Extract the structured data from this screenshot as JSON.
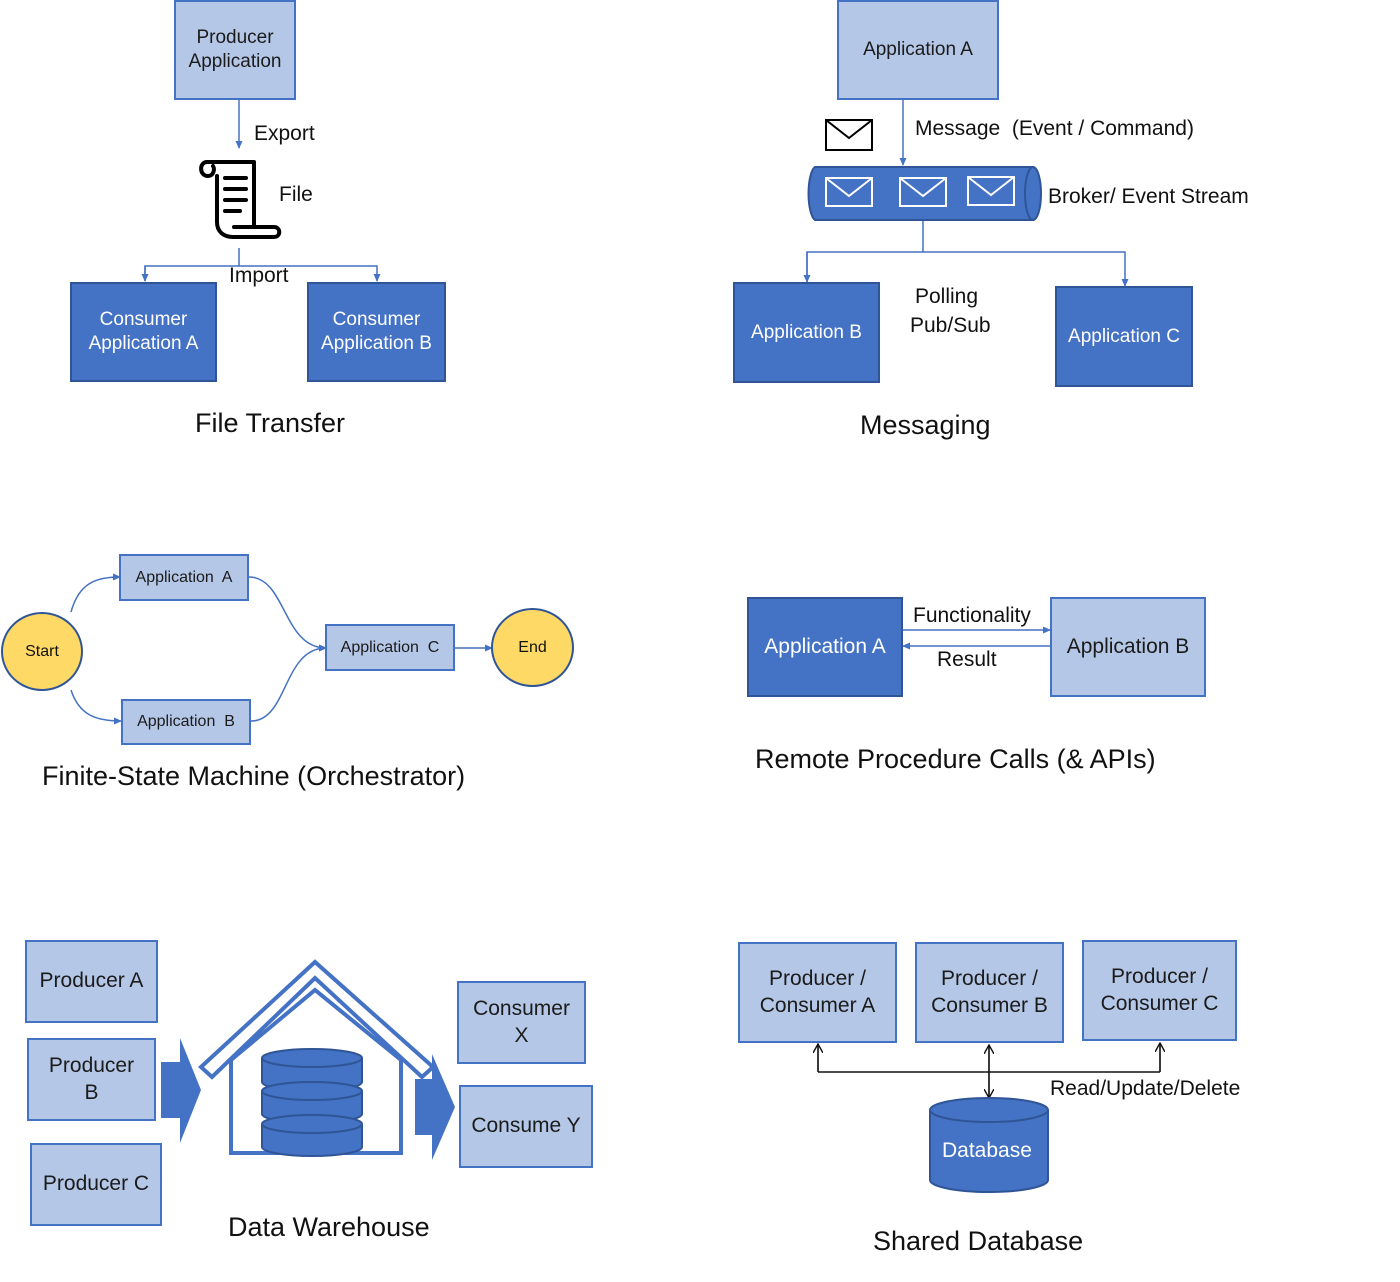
{
  "file_transfer": {
    "title": "File Transfer",
    "producer": "Producer\nApplication",
    "export_label": "Export",
    "file_label": "File",
    "import_label": "Import",
    "consumer_a": "Consumer\nApplication A",
    "consumer_b": "Consumer\nApplication B"
  },
  "messaging": {
    "title": "Messaging",
    "app_a": "Application A",
    "message_label": "Message  (Event / Command)",
    "broker_label": "Broker/ Event Stream",
    "app_b": "Application B",
    "polling_label": "Polling",
    "pubsub_label": "Pub/Sub",
    "app_c": "Application C"
  },
  "fsm": {
    "title": "Finite-State Machine (Orchestrator)",
    "start": "Start",
    "end": "End",
    "app_a": "Application  A",
    "app_b": "Application  B",
    "app_c": "Application  C"
  },
  "rpc": {
    "title": "Remote Procedure Calls (& APIs)",
    "app_a": "Application A",
    "app_b": "Application B",
    "functionality_label": "Functionality",
    "result_label": "Result"
  },
  "data_warehouse": {
    "title": "Data Warehouse",
    "producer_a": "Producer A",
    "producer_b": "Producer\nB",
    "producer_c": "Producer C",
    "consumer_x": "Consumer\nX",
    "consumer_y": "Consume Y"
  },
  "shared_db": {
    "title": "Shared Database",
    "pc_a": "Producer /\nConsumer A",
    "pc_b": "Producer /\nConsumer B",
    "pc_c": "Producer /\nConsumer C",
    "rud_label": "Read/Update/Delete",
    "database": "Database"
  },
  "colors": {
    "light_box": "#b4c7e7",
    "dark_box": "#4472c4",
    "border": "#2f5597",
    "state_circle": "#ffd966"
  },
  "icons": [
    "scroll-file-icon",
    "envelope-icon",
    "warehouse-icon",
    "database-icon",
    "block-arrow-icon"
  ]
}
